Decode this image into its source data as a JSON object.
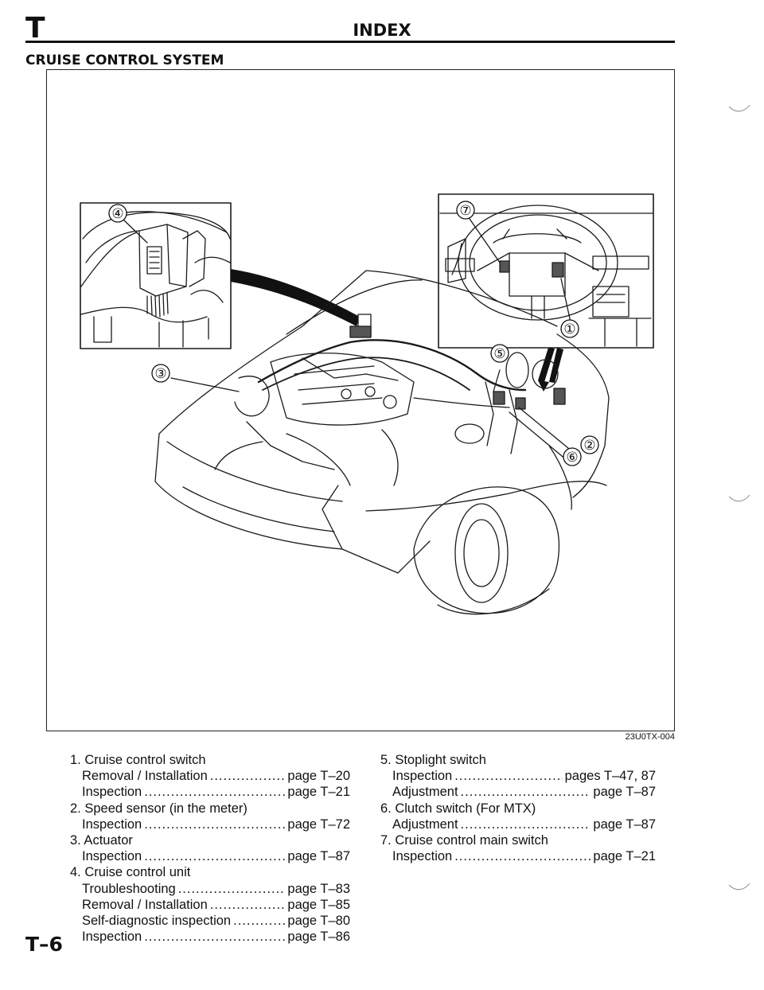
{
  "header": {
    "section_letter": "T",
    "title": "INDEX"
  },
  "section_title": "CRUISE CONTROL SYSTEM",
  "figure": {
    "callouts": [
      "①",
      "②",
      "③",
      "④",
      "⑤",
      "⑥",
      "⑦"
    ],
    "figure_id": "23U0TX-004"
  },
  "legend_left": [
    {
      "title": "1. Cruise control switch",
      "entries": [
        {
          "label": "Removal / Installation",
          "ref": "page T–20"
        },
        {
          "label": "Inspection",
          "ref": "page T–21"
        }
      ]
    },
    {
      "title": "2. Speed sensor (in the meter)",
      "entries": [
        {
          "label": "Inspection",
          "ref": "page T–72"
        }
      ]
    },
    {
      "title": "3. Actuator",
      "entries": [
        {
          "label": "Inspection",
          "ref": "page T–87"
        }
      ]
    },
    {
      "title": "4. Cruise control unit",
      "entries": [
        {
          "label": "Troubleshooting",
          "ref": "page T–83"
        },
        {
          "label": "Removal / Installation",
          "ref": "page T–85"
        },
        {
          "label": "Self-diagnostic inspection",
          "ref": "page T–80"
        },
        {
          "label": "Inspection",
          "ref": "page T–86"
        }
      ]
    }
  ],
  "legend_right": [
    {
      "title": "5. Stoplight switch",
      "entries": [
        {
          "label": "Inspection",
          "ref": "pages T–47, 87"
        },
        {
          "label": "Adjustment",
          "ref": "page  T–87"
        }
      ]
    },
    {
      "title": "6. Clutch switch (For MTX)",
      "entries": [
        {
          "label": "Adjustment",
          "ref": "page  T–87"
        }
      ]
    },
    {
      "title": "7. Cruise control main switch",
      "entries": [
        {
          "label": "Inspection",
          "ref": "page  T–21"
        }
      ]
    }
  ],
  "footer": {
    "page_number": "T–6"
  }
}
